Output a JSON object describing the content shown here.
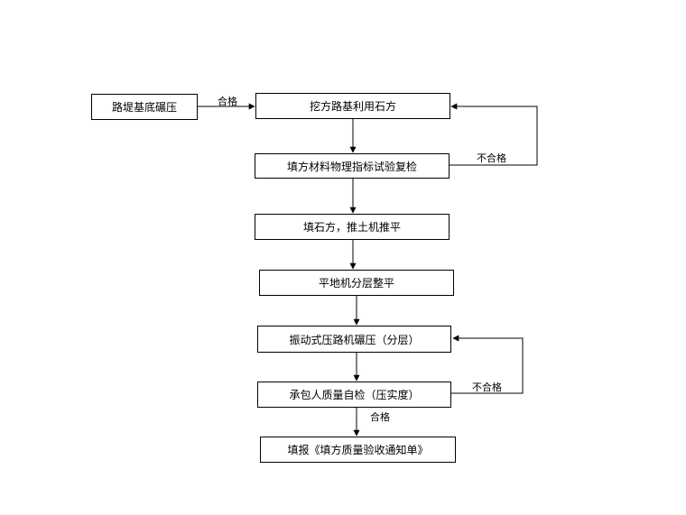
{
  "nodes": {
    "roadbed": "路堤基底碾压",
    "excavate": "挖方路基利用石方",
    "recheck": "填方材料物理指标试验复检",
    "fill": "填石方，推土机推平",
    "level": "平地机分层整平",
    "compact": "振动式压路机碾压（分层）",
    "selfcheck": "承包人质量自检（压实度）",
    "report": "填报《填方质量验收通知单》"
  },
  "edge_labels": {
    "pass_top": "合格",
    "fail_upper": "不合格",
    "fail_lower": "不合格",
    "pass_bottom": "合格"
  }
}
